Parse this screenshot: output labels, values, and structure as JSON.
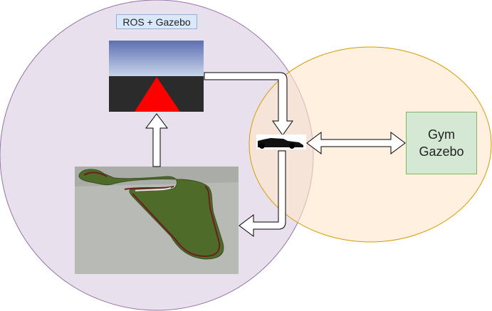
{
  "sim_region": {
    "label": "ROS + Gazebo",
    "fill": "#e1d5e7",
    "stroke": "#9673a6"
  },
  "agent_region": {
    "fill": "#ffe6cc",
    "stroke": "#d79b00"
  },
  "gym_box": {
    "line1": "Gym",
    "line2": "Gazebo",
    "fill": "#d5e8d4",
    "stroke": "#82b366"
  },
  "camera_view": {
    "icon": "camera-view-image",
    "track_marker_color": "#ff0000"
  },
  "track_map": {
    "icon": "race-track-image"
  },
  "car": {
    "icon": "race-car-icon"
  }
}
